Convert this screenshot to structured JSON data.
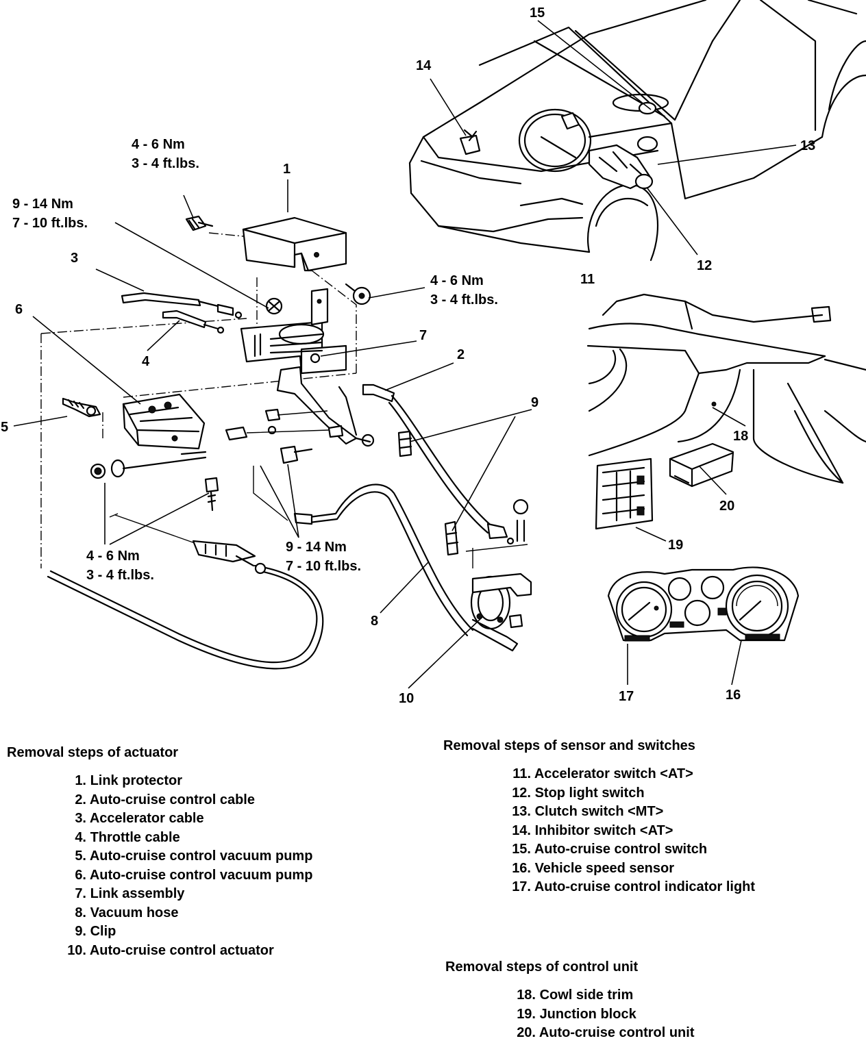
{
  "callouts": {
    "c1": "1",
    "c2": "2",
    "c3": "3",
    "c4": "4",
    "c5": "5",
    "c6": "6",
    "c7": "7",
    "c8": "8",
    "c9": "9",
    "c10": "10",
    "c11": "11",
    "c12": "12",
    "c13": "13",
    "c14": "14",
    "c15": "15",
    "c16": "16",
    "c17": "17",
    "c18": "18",
    "c19": "19",
    "c20": "20"
  },
  "torque": {
    "t_top_nm": "4 - 6 Nm",
    "t_top_ft": "3 - 4 ft.lbs.",
    "t_left_nm": "9 - 14 Nm",
    "t_left_ft": "7 - 10 ft.lbs.",
    "t_right_nm": "4 - 6 Nm",
    "t_right_ft": "3 - 4 ft.lbs.",
    "t_bl_nm": "4 - 6 Nm",
    "t_bl_ft": "3 - 4 ft.lbs.",
    "t_bm_nm": "9 - 14 Nm",
    "t_bm_ft": "7 - 10 ft.lbs."
  },
  "actuator": {
    "title": "Removal steps of actuator",
    "steps": [
      {
        "n": "1.",
        "label": "Link protector"
      },
      {
        "n": "2.",
        "label": "Auto-cruise control cable"
      },
      {
        "n": "3.",
        "label": "Accelerator cable"
      },
      {
        "n": "4.",
        "label": "Throttle cable"
      },
      {
        "n": "5.",
        "label": "Auto-cruise control vacuum pump"
      },
      {
        "n": "6.",
        "label": "Auto-cruise control vacuum pump"
      },
      {
        "n": "7.",
        "label": "Link assembly"
      },
      {
        "n": "8.",
        "label": "Vacuum hose"
      },
      {
        "n": "9.",
        "label": "Clip"
      },
      {
        "n": "10.",
        "label": "Auto-cruise control actuator"
      }
    ]
  },
  "sensors": {
    "title": "Removal steps of sensor and switches",
    "steps": [
      {
        "n": "11.",
        "label": "Accelerator switch <AT>"
      },
      {
        "n": "12.",
        "label": "Stop light switch"
      },
      {
        "n": "13.",
        "label": "Clutch switch <MT>"
      },
      {
        "n": "14.",
        "label": "Inhibitor switch <AT>"
      },
      {
        "n": "15.",
        "label": "Auto-cruise control switch"
      },
      {
        "n": "16.",
        "label": "Vehicle speed sensor"
      },
      {
        "n": "17.",
        "label": "Auto-cruise control indicator light"
      }
    ]
  },
  "control": {
    "title": "Removal steps of control unit",
    "steps": [
      {
        "n": "18.",
        "label": "Cowl side trim"
      },
      {
        "n": "19.",
        "label": "Junction block"
      },
      {
        "n": "20.",
        "label": "Auto-cruise control unit"
      }
    ]
  }
}
